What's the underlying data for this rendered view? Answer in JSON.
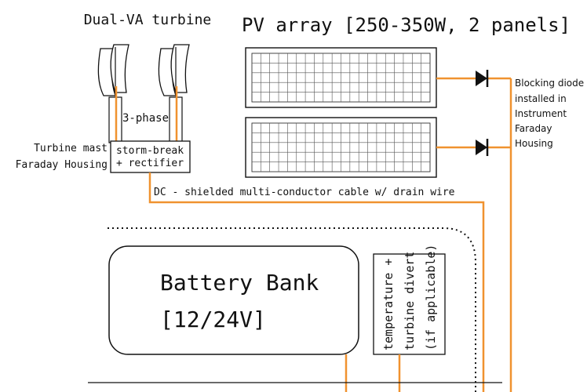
{
  "turbine": {
    "title": "Dual-VA turbine",
    "phase_label": "3-phase",
    "mast_label_line1": "Turbine mast",
    "mast_label_line2": "Faraday Housing",
    "rectifier_line1": "storm-break",
    "rectifier_line2": "+ rectifier"
  },
  "pv": {
    "title": "PV array [250-350W, 2 panels]",
    "panel_count": 2
  },
  "diode_note": {
    "lines": [
      "Blocking diode",
      "installed in",
      "Instrument",
      "Faraday",
      "Housing"
    ]
  },
  "cable_label": "DC - shielded multi-conductor cable w/ drain wire",
  "battery": {
    "line1": "Battery Bank",
    "line2": "[12/24V]"
  },
  "divert": {
    "line1": "temperature +",
    "line2": "turbine divert",
    "line3": "(if applicable)"
  },
  "colors": {
    "wire": "#f0922f",
    "line": "#111111",
    "panel_bg": "#ffffff"
  }
}
